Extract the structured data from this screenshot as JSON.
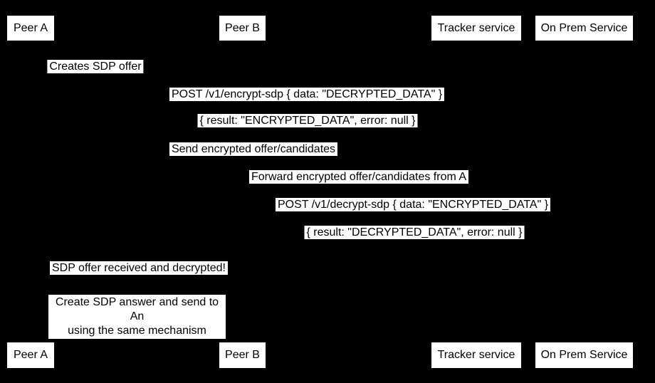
{
  "diagram": {
    "kind": "sequence-diagram",
    "colors": {
      "background": "#000000",
      "box_fill": "#ffffff",
      "text": "#000000"
    }
  },
  "actors": [
    {
      "id": "peer-a",
      "label": "Peer A"
    },
    {
      "id": "peer-b",
      "label": "Peer B"
    },
    {
      "id": "tracker-service",
      "label": "Tracker service"
    },
    {
      "id": "on-prem-service",
      "label": "On Prem Service"
    }
  ],
  "messages": [
    {
      "text": "Creates SDP offer"
    },
    {
      "text": "POST /v1/encrypt-sdp { data: \"DECRYPTED_DATA\" }"
    },
    {
      "text": "{ result: \"ENCRYPTED_DATA\", error: null }"
    },
    {
      "text": "Send encrypted offer/candidates"
    },
    {
      "text": "Forward encrypted offer/candidates from A"
    },
    {
      "text": "POST /v1/decrypt-sdp { data: \"ENCRYPTED_DATA\" }"
    },
    {
      "text": "{ result: \"DECRYPTED_DATA\", error: null }"
    },
    {
      "text": "SDP offer received and decrypted!"
    }
  ],
  "note": {
    "lines": [
      "Create SDP answer and send to An",
      "using the same mechanism"
    ]
  }
}
